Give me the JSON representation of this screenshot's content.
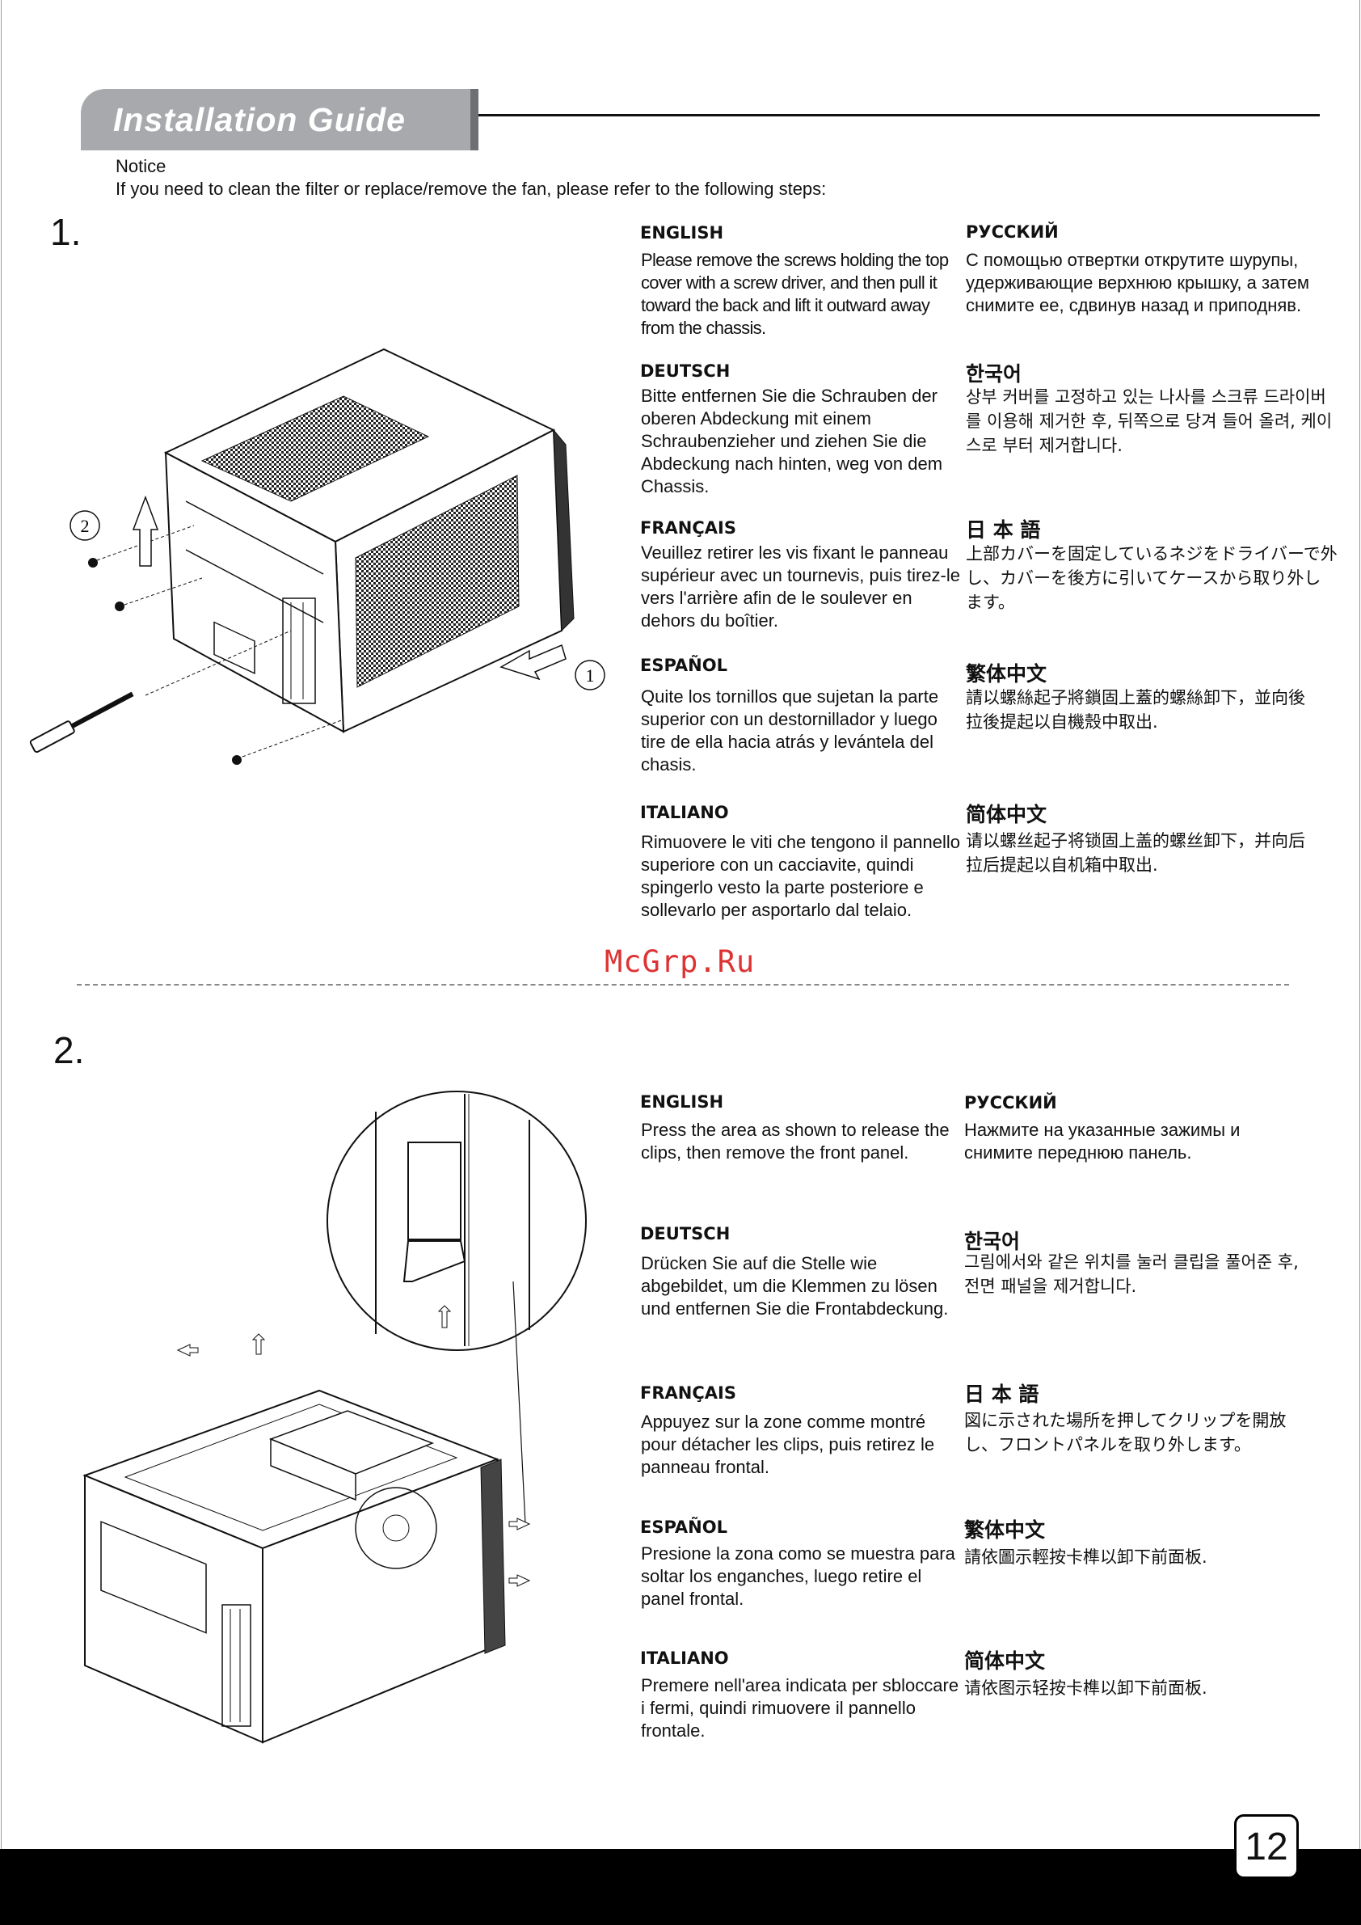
{
  "header": {
    "title": "Installation Guide"
  },
  "notice": {
    "label": "Notice",
    "text": "If you need to clean the filter or replace/remove the fan, please refer to the following steps:"
  },
  "step1": {
    "number": "1.",
    "figure_labels": {
      "circle1": "1",
      "circle2": "2"
    },
    "english": {
      "heading": "ENGLISH",
      "text": "Please remove the screws holding the top cover with a screw driver, and then pull it toward the back and lift it outward away from the chassis."
    },
    "deutsch": {
      "heading": "DEUTSCH",
      "text": "Bitte entfernen Sie die Schrauben der oberen Abdeckung mit einem Schraubenzieher und ziehen Sie die Abdeckung nach hinten, weg von dem Chassis."
    },
    "francais": {
      "heading": "FRANÇAIS",
      "text": "Veuillez retirer les vis fixant le panneau supérieur avec un tournevis, puis tirez-le vers l'arrière afin de le soulever en dehors du boîtier."
    },
    "espanol": {
      "heading": "ESPAÑOL",
      "text": "Quite los tornillos que sujetan la parte superior con un destornillador y luego tire de ella hacia atrás y levántela del chasis."
    },
    "italiano": {
      "heading": "ITALIANO",
      "text": "Rimuovere le viti che tengono il pannello superiore con un cacciavite, quindi spingerlo vesto la parte posteriore e sollevarlo per asportarlo dal telaio."
    },
    "russian": {
      "heading": "РУССКИЙ",
      "text": "С помощью отвертки открутите шурупы, удерживающие верхнюю крышку, а затем снимите ее, сдвинув назад и приподняв."
    },
    "korean": {
      "heading": "한국어",
      "text": "상부 커버를 고정하고 있는 나사를 스크류 드라이버를 이용해 제거한 후, 뒤쪽으로 당겨 들어 올려, 케이스로 부터 제거합니다."
    },
    "japanese": {
      "heading": "日 本 語",
      "text": "上部カバーを固定しているネジをドライバーで外し、カバーを後方に引いてケースから取り外します。"
    },
    "trad_chinese": {
      "heading": "繁体中文",
      "text": "請以螺絲起子將鎖固上蓋的螺絲卸下，並向後拉後提起以自機殼中取出."
    },
    "simp_chinese": {
      "heading": "简体中文",
      "text": "请以螺丝起子将锁固上盖的螺丝卸下，并向后拉后提起以自机箱中取出."
    }
  },
  "watermark": "McGrp.Ru",
  "step2": {
    "number": "2.",
    "english": {
      "heading": "ENGLISH",
      "text": "Press the area as shown to release the clips, then remove the front panel."
    },
    "deutsch": {
      "heading": "DEUTSCH",
      "text": "Drücken Sie auf die Stelle wie abgebildet, um die Klemmen zu lösen und entfernen Sie die Frontabdeckung."
    },
    "francais": {
      "heading": "FRANÇAIS",
      "text": "Appuyez sur la zone comme montré pour détacher les clips, puis retirez le panneau frontal."
    },
    "espanol": {
      "heading": "ESPAÑOL",
      "text": "Presione la zona como se muestra para soltar los enganches, luego retire el panel frontal."
    },
    "italiano": {
      "heading": "ITALIANO",
      "text": "Premere nell'area indicata per sbloccare i fermi, quindi rimuovere il pannello frontale."
    },
    "russian": {
      "heading": "РУССКИЙ",
      "text": "Нажмите на указанные зажимы и снимите переднюю панель."
    },
    "korean": {
      "heading": "한국어",
      "text": "그림에서와 같은 위치를 눌러 클립을 풀어준 후, 전면 패널을 제거합니다."
    },
    "japanese": {
      "heading": "日 本 語",
      "text": "図に示された場所を押してクリップを開放し、フロントパネルを取り外します。"
    },
    "trad_chinese": {
      "heading": "繁体中文",
      "text": "請依圖示輕按卡榫以卸下前面板."
    },
    "simp_chinese": {
      "heading": "简体中文",
      "text": "请依图示轻按卡榫以卸下前面板."
    }
  },
  "footer": {
    "page_number": "12"
  }
}
